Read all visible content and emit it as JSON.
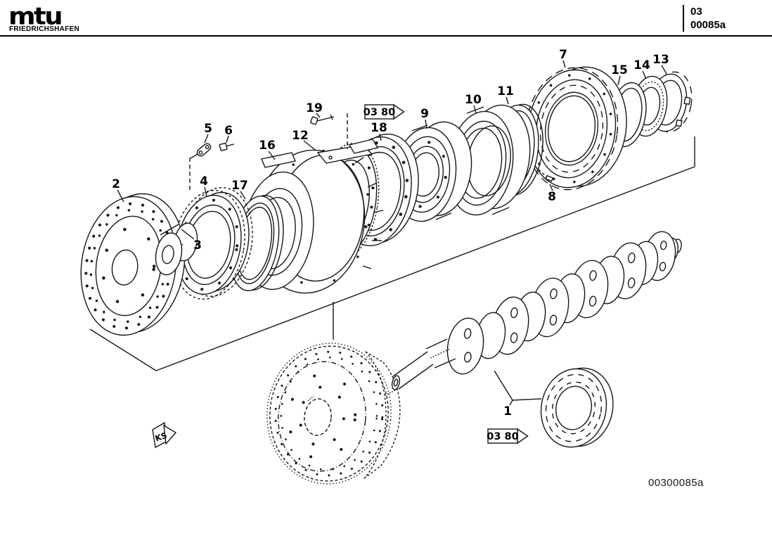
{
  "header": {
    "logo_text": "mtu",
    "logo_subtext": "FRIEDRICHSHAFEN",
    "doc_group": "03",
    "doc_number": "00085a"
  },
  "footer": {
    "drawing_number": "00300085a"
  },
  "ref_flags": {
    "top": "03 80",
    "bottom": "03 80",
    "ks": "KS"
  },
  "part_labels": {
    "p1": "1",
    "p2": "2",
    "p3": "3",
    "p4": "4",
    "p5": "5",
    "p6": "6",
    "p7": "7",
    "p8": "8",
    "p9": "9",
    "p10": "10",
    "p11": "11",
    "p12": "12",
    "p13": "13",
    "p14": "14",
    "p15": "15",
    "p16": "16",
    "p17": "17",
    "p18": "18",
    "p19": "19"
  }
}
